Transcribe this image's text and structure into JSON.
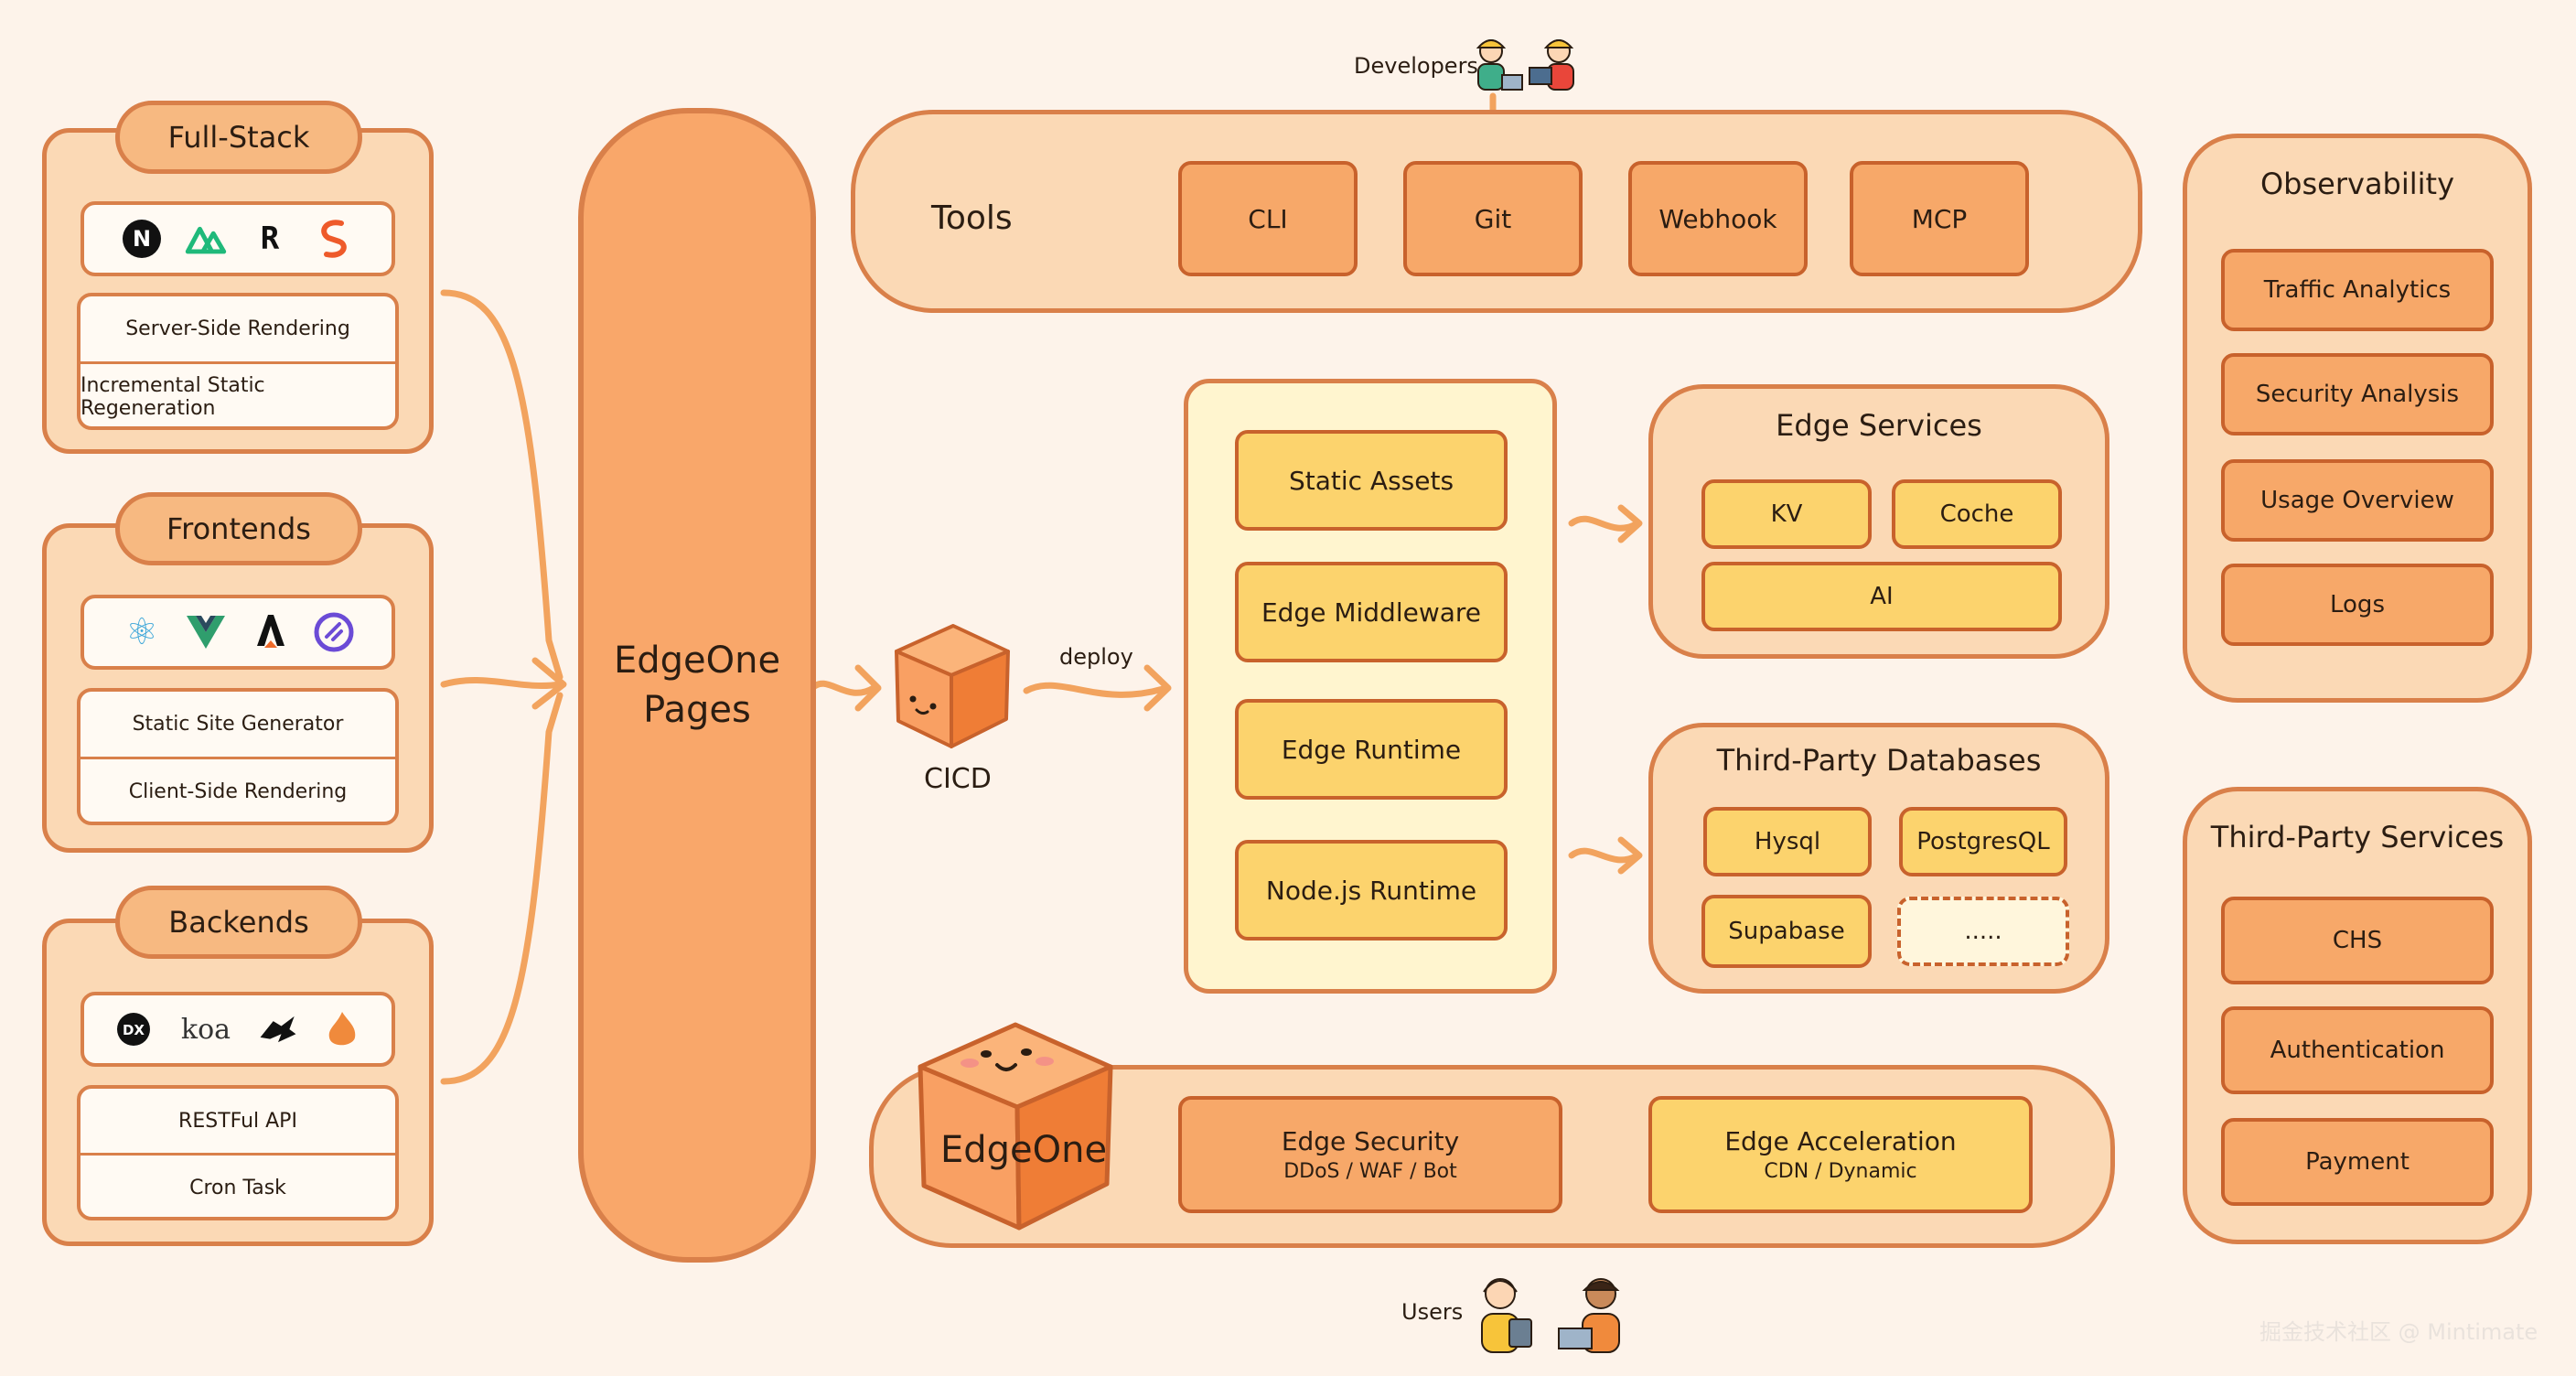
{
  "left": {
    "fullstack": {
      "title": "Full-Stack",
      "logos": [
        {
          "icon": "nextjs-icon",
          "glyph": "N",
          "color": "#111111"
        },
        {
          "icon": "nuxt-icon",
          "glyph": "",
          "color": "#1fb97a"
        },
        {
          "icon": "remix-icon",
          "glyph": "R",
          "color": "#111111"
        },
        {
          "icon": "svelte-icon",
          "glyph": "S",
          "color": "#ee5a2a"
        }
      ],
      "rows": [
        "Server-Side Rendering",
        "Incremental Static Regeneration"
      ]
    },
    "frontends": {
      "title": "Frontends",
      "logos": [
        {
          "icon": "react-icon",
          "glyph": "⚛",
          "color": "#3ea7d9"
        },
        {
          "icon": "vue-icon",
          "glyph": "V",
          "color": "#2f9e6d"
        },
        {
          "icon": "astro-icon",
          "glyph": "A",
          "color": "#111111"
        },
        {
          "icon": "vite-icon",
          "glyph": "",
          "color": "#6b4bd6"
        }
      ],
      "rows": [
        "Static Site Generator",
        "Client-Side Rendering"
      ]
    },
    "backends": {
      "title": "Backends",
      "logos": [
        {
          "icon": "dx-icon",
          "glyph": "DX",
          "color": "#111111"
        },
        {
          "icon": "koa-icon",
          "glyph": "koa",
          "color": "#333333"
        },
        {
          "icon": "hono-icon",
          "glyph": "",
          "color": "#111111"
        },
        {
          "icon": "fire-icon",
          "glyph": "",
          "color": "#f08a3c"
        }
      ],
      "rows": [
        "RESTFul API",
        "Cron Task"
      ]
    }
  },
  "central": {
    "line1": "EdgeOne",
    "line2": "Pages"
  },
  "cicd": {
    "label": "CICD",
    "deploy_label": "deploy"
  },
  "developers_label": "Developers",
  "users_label": "Users",
  "tools": {
    "label": "Tools",
    "items": [
      "CLI",
      "Git",
      "Webhook",
      "MCP"
    ]
  },
  "runtime": {
    "items": [
      "Static Assets",
      "Edge Middleware",
      "Edge Runtime",
      "Node.js Runtime"
    ]
  },
  "edge_services": {
    "title": "Edge Services",
    "kv": "KV",
    "cache": "Coche",
    "ai": "AI"
  },
  "databases": {
    "title": "Third-Party Databases",
    "items": [
      "Hysql",
      "PostgresQL",
      "Supabase",
      "....."
    ]
  },
  "edgeone": {
    "label": "EdgeOne",
    "security": {
      "title": "Edge Security",
      "subtitle": "DDoS / WAF / Bot"
    },
    "acceleration": {
      "title": "Edge Acceleration",
      "subtitle": "CDN / Dynamic"
    }
  },
  "observability": {
    "title": "Observability",
    "items": [
      "Traffic Analytics",
      "Security Analysis",
      "Usage Overview",
      "Logs"
    ]
  },
  "third_party_services": {
    "title": "Third-Party Services",
    "items": [
      "CHS",
      "Authentication",
      "Payment"
    ]
  },
  "watermark": "掘金技术社区 @ Mintimate",
  "colors": {
    "orange_fill": "#f7a869",
    "yellow_fill": "#fcd36d",
    "stroke": "#d9804a",
    "background": "#fdf3ea"
  }
}
